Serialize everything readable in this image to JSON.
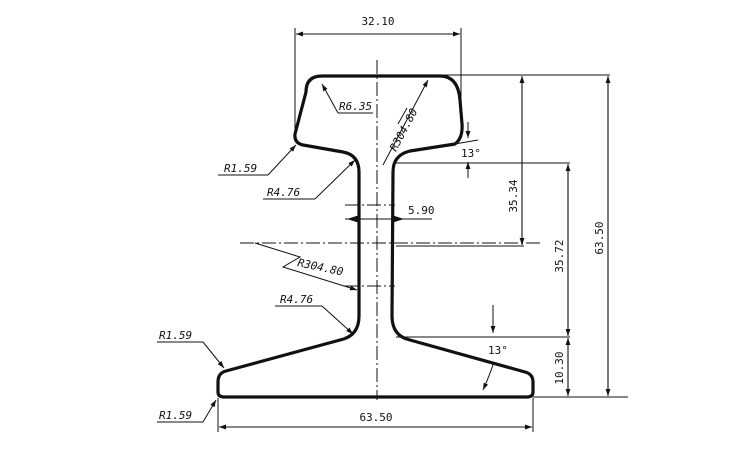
{
  "drawing": {
    "dimensions": {
      "head_width": "32.10",
      "web_thickness": "5.90",
      "base_width": "63.50",
      "head_height": "35.34",
      "web_height": "35.72",
      "base_height": "10.30",
      "total_height": "63.50"
    },
    "radii": {
      "head_corner": "R6.35",
      "head_crown": "R304.80",
      "head_edge": "R1.59",
      "head_fillet": "R4.76",
      "web": "R304.80",
      "base_fillet": "R4.76",
      "base_top": "R1.59",
      "base_bottom": "R1.59"
    },
    "angles": {
      "head_underside": "13°",
      "base_slope": "13°"
    }
  }
}
